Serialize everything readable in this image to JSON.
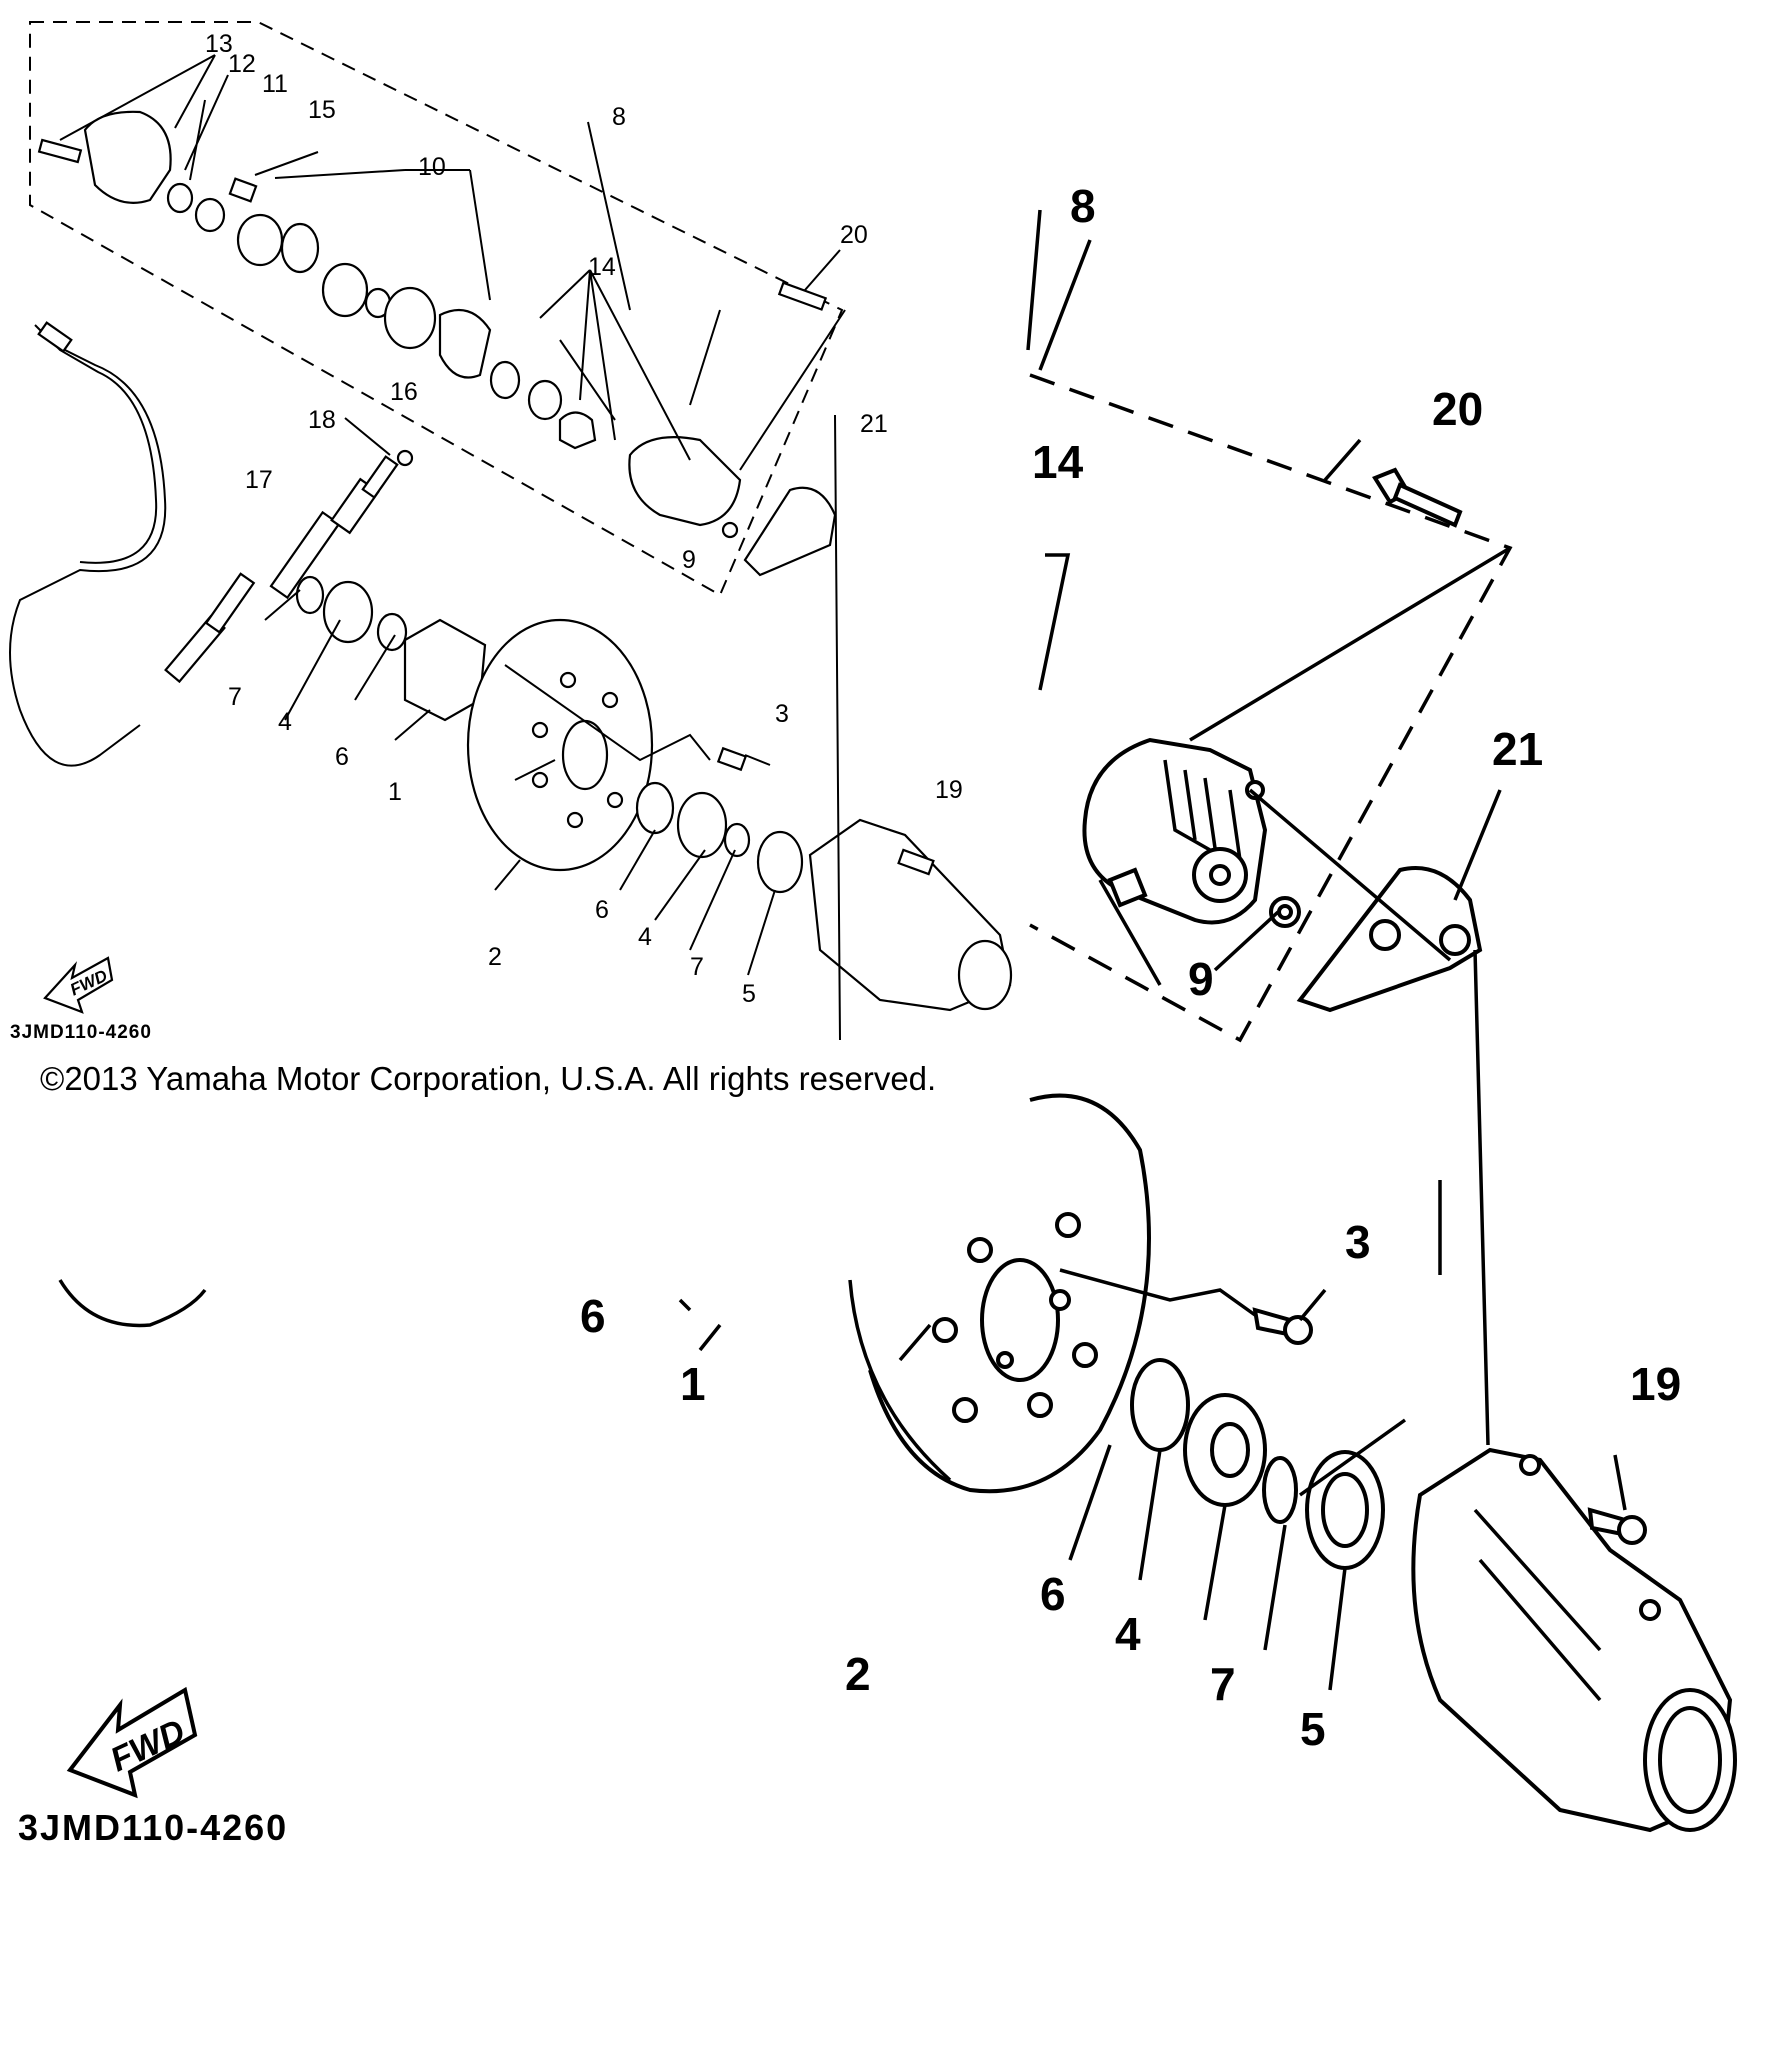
{
  "diagram": {
    "copyright": "©2013 Yamaha Motor Corporation, U.S.A. All rights reserved.",
    "diagram_code": "3JMD110-4260",
    "fwd_label": "FWD",
    "small_view_labels": {
      "p1": "1",
      "p2": "2",
      "p3": "3",
      "p4a": "4",
      "p4b": "4",
      "p5": "5",
      "p6a": "6",
      "p6b": "6",
      "p7a": "7",
      "p7b": "7",
      "p8": "8",
      "p9": "9",
      "p10": "10",
      "p11": "11",
      "p12": "12",
      "p13": "13",
      "p14": "14",
      "p15": "15",
      "p16": "16",
      "p17": "17",
      "p18": "18",
      "p19": "19",
      "p20": "20",
      "p21": "21"
    },
    "large_view_labels": {
      "p1": "1",
      "p2": "2",
      "p3": "3",
      "p4": "4",
      "p5": "5",
      "p6a": "6",
      "p6b": "6",
      "p7": "7",
      "p8": "8",
      "p9": "9",
      "p14": "14",
      "p19": "19",
      "p20": "20",
      "p21": "21"
    }
  }
}
